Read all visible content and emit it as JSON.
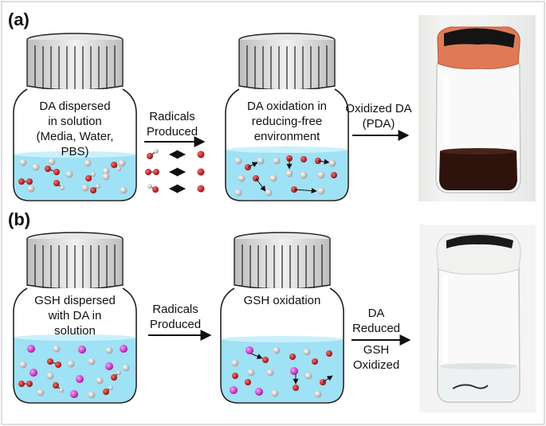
{
  "panels": {
    "a": {
      "label": "(a)",
      "jar1_text": [
        "DA dispersed",
        "in solution",
        "(Media, Water,",
        "PBS)"
      ],
      "arrow1_text": [
        "Radicals",
        "Produced"
      ],
      "jar2_text": [
        "DA oxidation  in",
        "reducing-free",
        "environment"
      ],
      "arrow2_text": [
        "Oxidized DA",
        "(PDA)"
      ],
      "photo": "brown-solution-vial-photo"
    },
    "b": {
      "label": "(b)",
      "jar1_text": [
        "GSH dispersed",
        "with DA in",
        "solution"
      ],
      "arrow1_text": [
        "Radicals",
        "Produced"
      ],
      "jar2_text": [
        "GSH oxidation"
      ],
      "arrow2_text": [
        "DA",
        "Reduced",
        "GSH",
        "Oxidized"
      ],
      "photo": "clear-solution-vial-photo"
    }
  },
  "colors": {
    "water": "#9fe1f5",
    "water_top": "#bdebf8",
    "radical": "#b01818",
    "gsh": "#d62fd6",
    "molecule": "#e8e8e8",
    "cap": "#d9d9d9",
    "pda_liquid": "#2e120c",
    "pink_cap": "#e07a56"
  }
}
